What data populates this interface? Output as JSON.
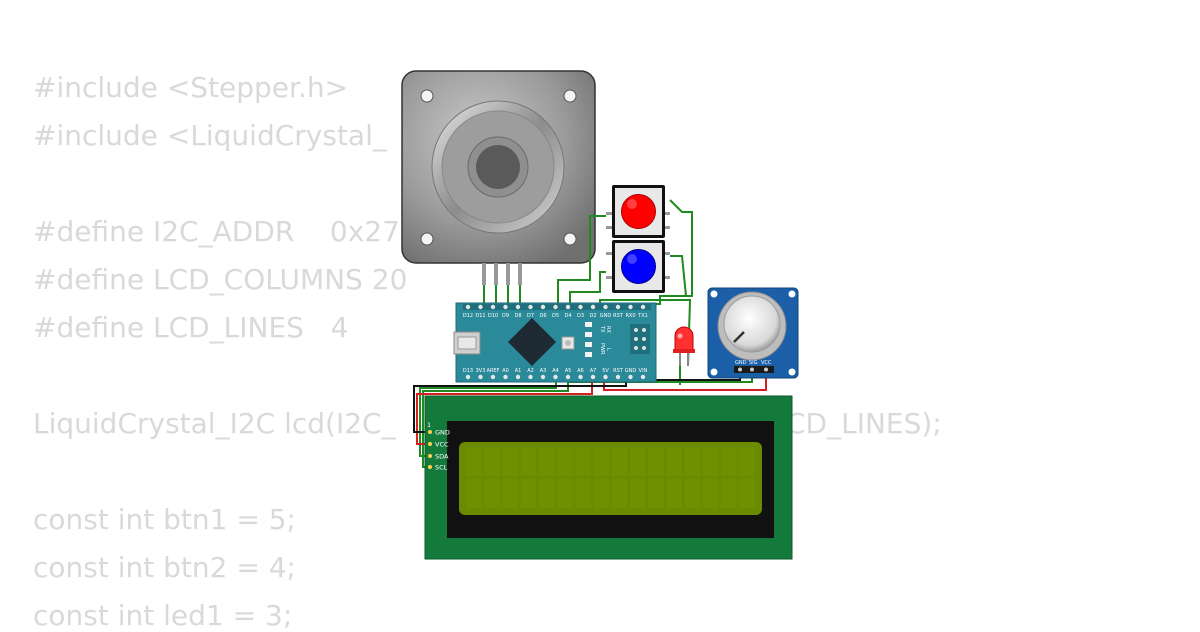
{
  "code_lines": [
    "#include <Stepper.h>",
    "#include <LiquidCrystal_",
    "",
    "#define I2C_ADDR    0x27",
    "#define LCD_COLUMNS 20",
    "#define LCD_LINES   4",
    "",
    "LiquidCrystal_I2C lcd(I2C_",
    "",
    "const int btn1 = 5;",
    "const int btn2 = 4;",
    "const int led1 = 3;"
  ],
  "code_tail": "CD_LINES);",
  "arduino": {
    "top_pins": [
      "D12",
      "D11",
      "D10",
      "D9",
      "D8",
      "D7",
      "D6",
      "D5",
      "D4",
      "D3",
      "D2",
      "GND",
      "RST",
      "RX0",
      "TX1"
    ],
    "bottom_pins": [
      "D13",
      "3V3",
      "AREF",
      "A0",
      "A1",
      "A2",
      "A3",
      "A4",
      "A5",
      "A6",
      "A7",
      "5V",
      "RST",
      "GND",
      "VIN"
    ],
    "side_labels": [
      "TX",
      "RX",
      "PWR",
      "L"
    ]
  },
  "lcd_pins": [
    "GND",
    "VCC",
    "SDA",
    "SCL"
  ],
  "lcd_pin_number": "1",
  "pot_pins": [
    "GND",
    "SIG",
    "VCC"
  ],
  "colors": {
    "code_text": "#d9d9d9",
    "wire_green": "#1f8a1f",
    "wire_red": "#d42020",
    "wire_black": "#111111",
    "arduino_board": "#2a8a9a",
    "lcd_board": "#137a3c",
    "lcd_screen": "#6a8a00",
    "button_red": "#ff0000",
    "button_blue": "#0000ff",
    "pot_board": "#1a5fa8"
  }
}
